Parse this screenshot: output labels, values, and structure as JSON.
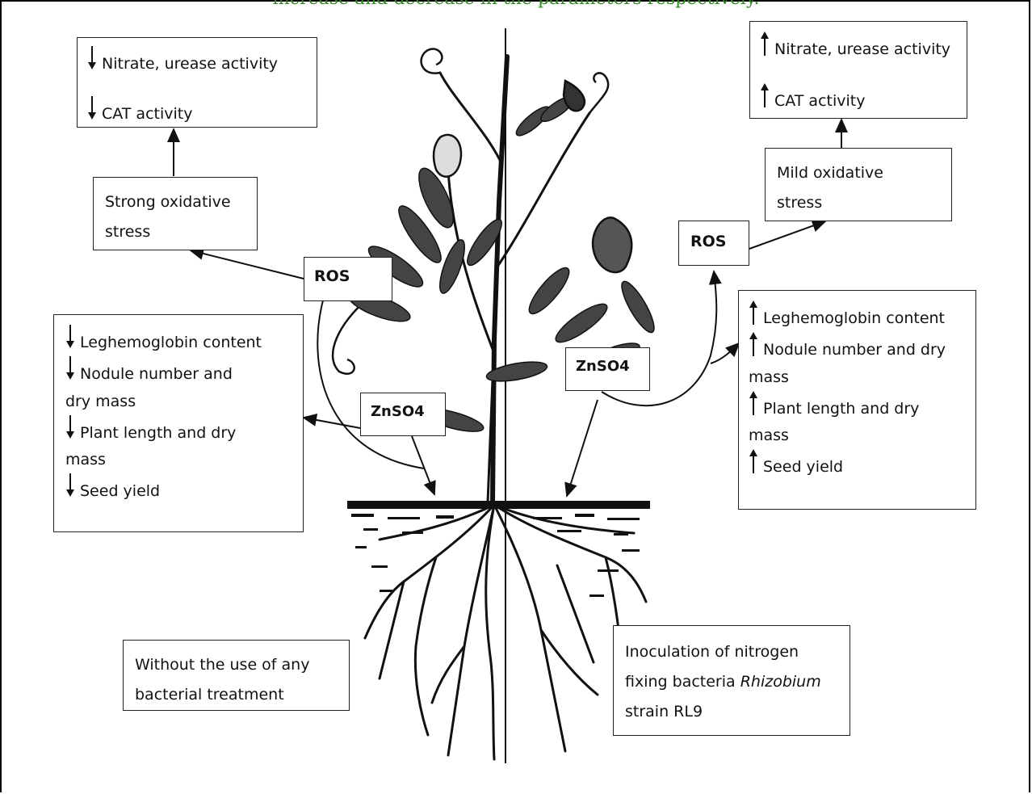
{
  "header": {
    "caption": "increase and decrease in the parameters respectively."
  },
  "left": {
    "top_box": {
      "line1": "Nitrate, urease activity",
      "line2": "CAT activity"
    },
    "stress_box": {
      "line1": "Strong oxidative",
      "line2": "stress"
    },
    "ros_label": "ROS",
    "znso4_label": "ZnSO4",
    "effects_box": {
      "line1": "Leghemoglobin content",
      "line2a": "Nodule number and",
      "line2b": "dry mass",
      "line3a": "Plant length and dry",
      "line3b": "mass",
      "line4": "Seed yield"
    },
    "treatment_box": {
      "line1": "Without the use of any",
      "line2": "bacterial treatment"
    }
  },
  "right": {
    "top_box": {
      "line1": "Nitrate, urease activity",
      "line2": "CAT activity"
    },
    "stress_box": {
      "line1": "Mild oxidative",
      "line2": "stress"
    },
    "ros_label": "ROS",
    "znso4_label": "ZnSO4",
    "effects_box": {
      "line1": "Leghemoglobin content",
      "line2a": "Nodule number and dry",
      "line2b": "mass",
      "line3a": "Plant length and dry",
      "line3b": "mass",
      "line4": "Seed yield"
    },
    "treatment_box": {
      "line1": "Inoculation of nitrogen",
      "line2a": "fixing bacteria ",
      "line2b": "Rhizobium",
      "line3": "strain RL9"
    }
  },
  "icons": {
    "down": "down-arrow-icon",
    "up": "up-arrow-icon"
  }
}
